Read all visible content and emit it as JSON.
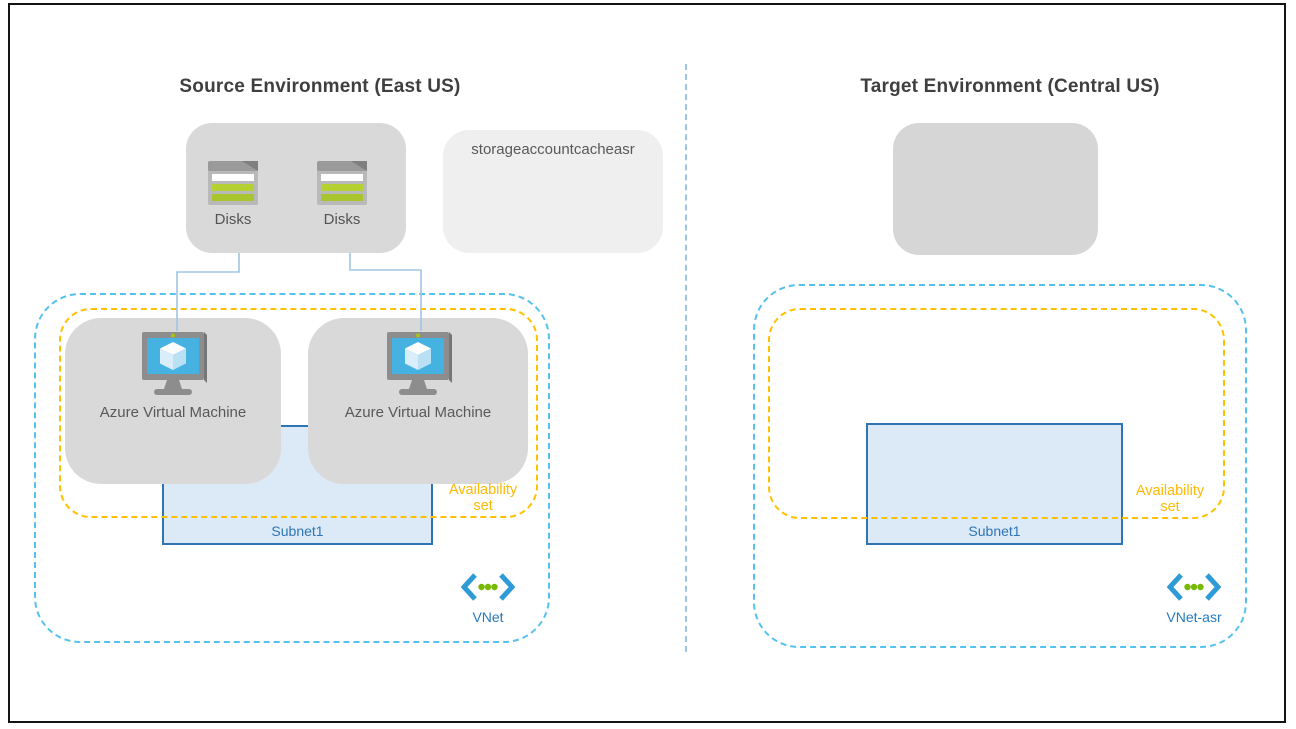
{
  "diagram": {
    "source": {
      "title": "Source Environment (East US)",
      "disks": [
        {
          "label": "Disks"
        },
        {
          "label": "Disks"
        }
      ],
      "storage_account": {
        "label": "storageaccountcacheasr"
      },
      "vms": [
        {
          "label": "Azure Virtual Machine"
        },
        {
          "label": "Azure Virtual Machine"
        }
      ],
      "subnet": {
        "label": "Subnet1"
      },
      "availability_set": {
        "line1": "Availability",
        "line2": "set"
      },
      "vnet": {
        "label": "VNet"
      }
    },
    "target": {
      "title": "Target Environment (Central US)",
      "subnet": {
        "label": "Subnet1"
      },
      "availability_set": {
        "line1": "Availability",
        "line2": "set"
      },
      "vnet": {
        "label": "VNet-asr"
      }
    },
    "colors": {
      "vnet_border": "#55C1EE",
      "availability_text": "#FFB900",
      "availability_border": "#FFC000",
      "subnet_fill": "#DCE9F6",
      "subnet_border": "#2E75B6",
      "vnet_label_text": "#2679BD",
      "group_box_gray": "#D9D9D9",
      "storage_box_gray": "#EFEFEF",
      "title_text": "#3F3F3F",
      "label_text": "#595959",
      "vm_screen_blue": "#45B2E2",
      "disk_green": "#AFCB30",
      "connector_blue": "#9FC5E8",
      "divider_blue": "#9CC3E8"
    }
  }
}
